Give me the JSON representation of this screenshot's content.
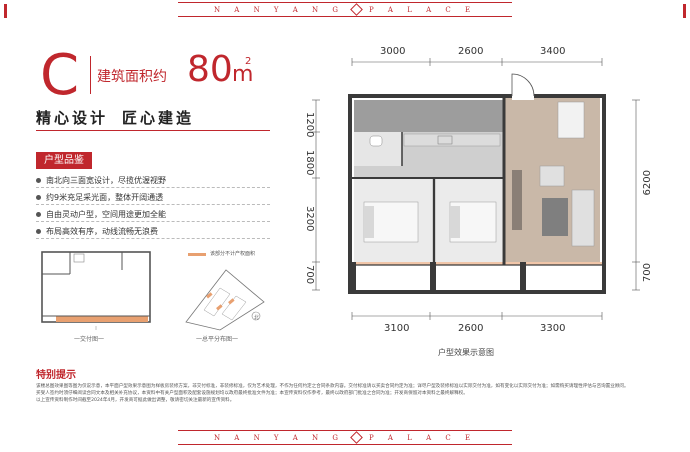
{
  "brand_ribbon": {
    "left": "N A N Y A N G",
    "right": "P A L A C E"
  },
  "unit": {
    "letter": "C",
    "area_label": "建筑面积约",
    "area_value": "80",
    "area_unit": "m",
    "area_sup": "2"
  },
  "slogan": {
    "part1": "精心设计",
    "part2": "匠心建造"
  },
  "features": {
    "tag": "户型品鉴",
    "items": [
      "南北向三面宽设计，尽揽优渥视野",
      "约9米充足采光面，整体开阔通透",
      "自由灵动户型，空间用途更加全能",
      "布局高效有序，动线流畅无浪费"
    ]
  },
  "mini_plans": {
    "legend": "该部分不计产权面积",
    "delivery_caption": "一交付图一",
    "site_caption": "一总平分布图一",
    "north_label": "北"
  },
  "plan": {
    "top_dims": [
      "3000",
      "2600",
      "3400"
    ],
    "bottom_dims": [
      "3100",
      "2600",
      "3300"
    ],
    "left_dims": [
      "1200",
      "1800",
      "3200",
      "700"
    ],
    "right_dims": [
      "6200",
      "700"
    ],
    "caption": "户型效果示意图"
  },
  "notice": {
    "title": "特别提示",
    "lines": [
      "该楼总图效果图等图为仅说示意，本平面户型效果示意图为样板房装修方案，非交付标准，非装修标准，仅为艺术处理，不作为任何约定之合同条款内容。交付标准请以买卖合同约定为准；详尽户型及装修标准以实际交付为准，如有变化以实际交付为准；如需购买请理性评估与咨询置业顾问。",
      "买受人签约时须仔细阅读合同文本及相关补充协议，本资料中有关户型面积及配套设施规划均以政府最终批准文件为准；本宣传资料仅作参考，最终以政府部门批准之合同为准；开发商保留对本资料之最终解释权。",
      "以上宣传资料制作时间截至2024年4月，开发商可据此做出调整，敬请密切关注最新的宣传资料。"
    ]
  },
  "colors": {
    "accent": "#c0272d",
    "wall": "#3a3a3a",
    "floor": "#c9b8a8",
    "kitchen": "#a8a8a8",
    "balcony": "#e8a070"
  }
}
